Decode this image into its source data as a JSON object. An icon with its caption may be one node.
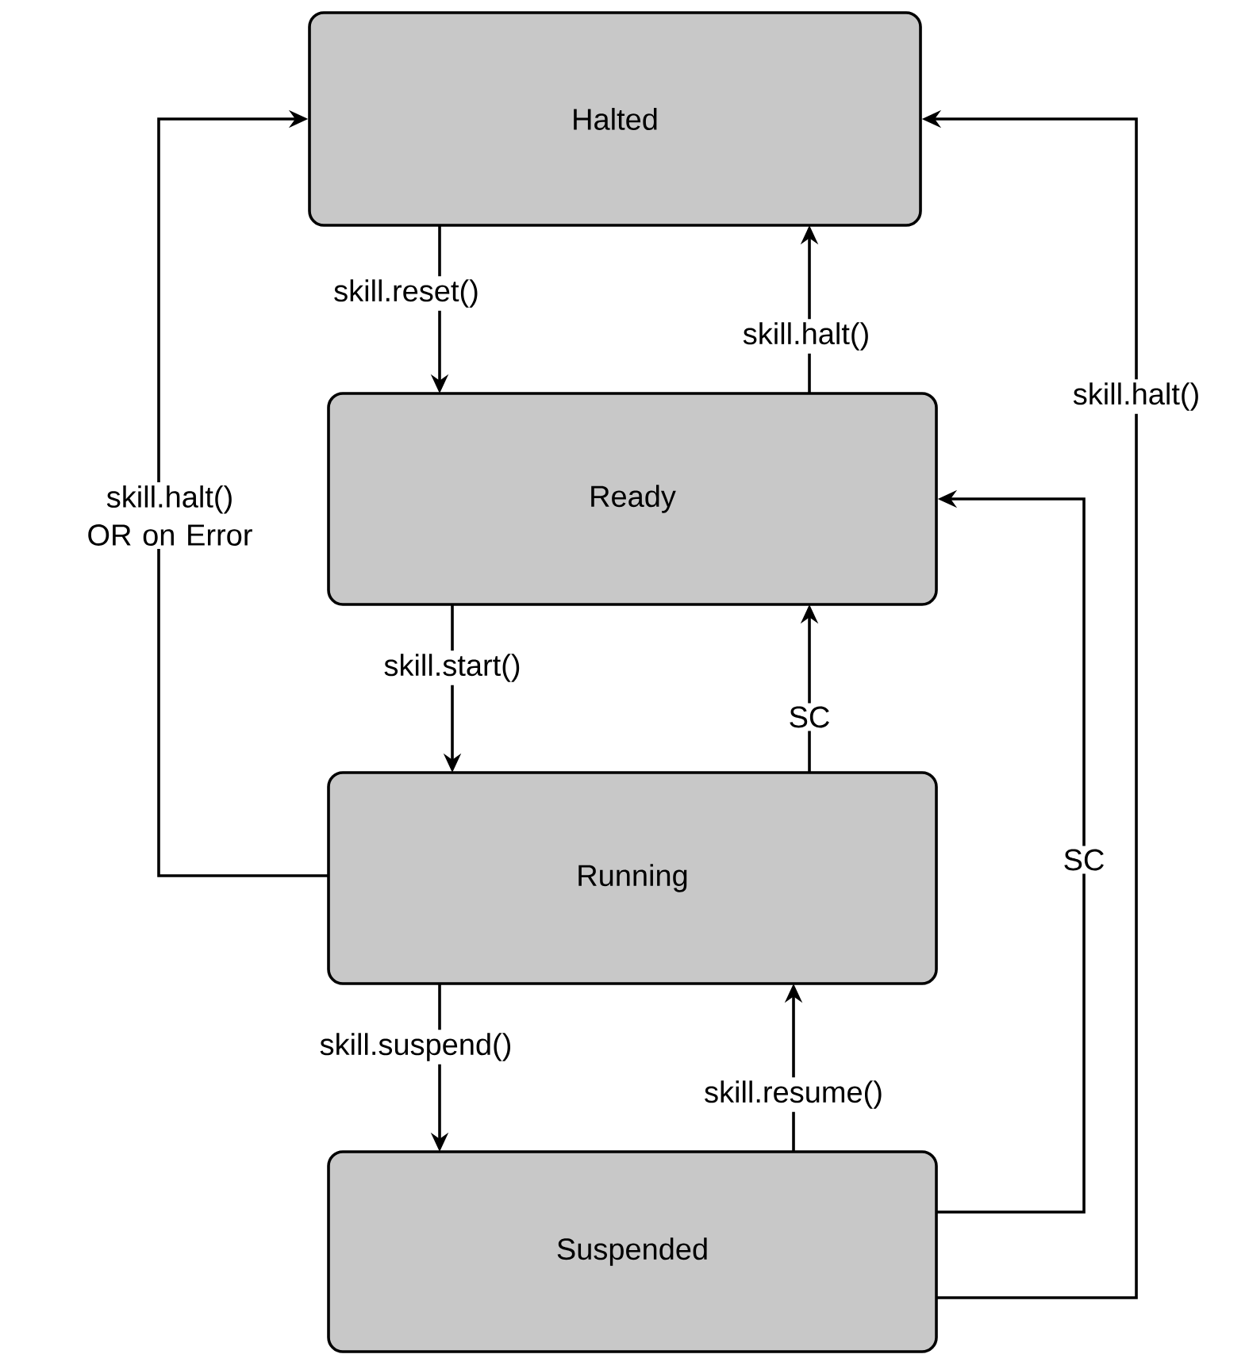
{
  "diagram": {
    "nodes": [
      {
        "text": [
          "Halted"
        ]
      },
      {
        "text": [
          "Ready"
        ]
      },
      {
        "text": [
          "Running"
        ]
      },
      {
        "text": [
          "Suspended"
        ]
      }
    ],
    "edges": [
      {
        "from": 0,
        "to": 1,
        "arrow": "to",
        "label": "skill.reset()"
      },
      {
        "from": 1,
        "to": 0,
        "arrow": "to",
        "label": "skill.halt()"
      },
      {
        "from": 1,
        "to": 2,
        "arrow": "to",
        "label": "skill.start()"
      },
      {
        "from": 2,
        "to": 1,
        "arrow": "to",
        "label": "SC"
      },
      {
        "from": 2,
        "to": 3,
        "arrow": "to",
        "label": "skill.suspend()"
      },
      {
        "from": 3,
        "to": 2,
        "arrow": "to",
        "label": "skill.resume()"
      },
      {
        "from": 2,
        "to": 0,
        "arrow": "to",
        "label": "skill.halt() OR on Error"
      },
      {
        "from": 3,
        "to": 1,
        "arrow": "to",
        "label": "SC"
      },
      {
        "from": 3,
        "to": 0,
        "arrow": "to",
        "label": "skill.halt()"
      }
    ]
  }
}
